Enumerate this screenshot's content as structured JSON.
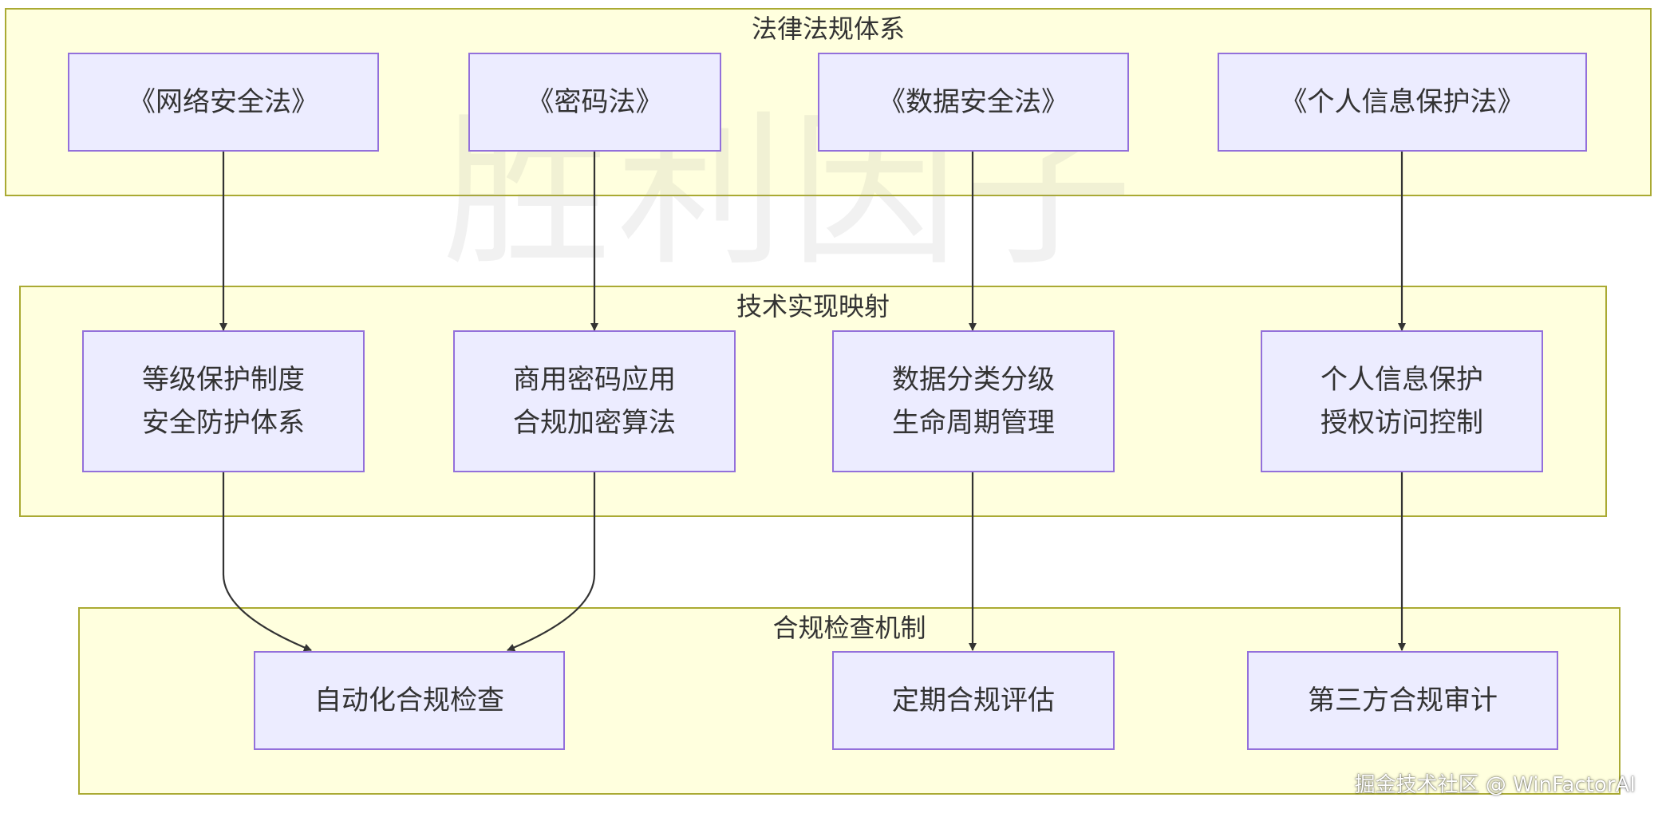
{
  "clusters": {
    "legal": {
      "title": "法律法规体系"
    },
    "tech": {
      "title": "技术实现映射"
    },
    "check": {
      "title": "合规检查机制"
    }
  },
  "nodes": {
    "law_cyber": {
      "lines": [
        "《网络安全法》"
      ]
    },
    "law_crypto": {
      "lines": [
        "《密码法》"
      ]
    },
    "law_data": {
      "lines": [
        "《数据安全法》"
      ]
    },
    "law_pi": {
      "lines": [
        "《个人信息保护法》"
      ]
    },
    "tech_mlps": {
      "lines": [
        "等级保护制度",
        "安全防护体系"
      ]
    },
    "tech_crypto": {
      "lines": [
        "商用密码应用",
        "合规加密算法"
      ]
    },
    "tech_data": {
      "lines": [
        "数据分类分级",
        "生命周期管理"
      ]
    },
    "tech_pi": {
      "lines": [
        "个人信息保护",
        "授权访问控制"
      ]
    },
    "check_auto": {
      "lines": [
        "自动化合规检查"
      ]
    },
    "check_periodic": {
      "lines": [
        "定期合规评估"
      ]
    },
    "check_audit": {
      "lines": [
        "第三方合规审计"
      ]
    }
  },
  "edges": [
    {
      "from": "law_cyber",
      "to": "tech_mlps"
    },
    {
      "from": "law_crypto",
      "to": "tech_crypto"
    },
    {
      "from": "law_data",
      "to": "tech_data"
    },
    {
      "from": "law_pi",
      "to": "tech_pi"
    },
    {
      "from": "tech_mlps",
      "to": "check_auto"
    },
    {
      "from": "tech_crypto",
      "to": "check_auto"
    },
    {
      "from": "tech_data",
      "to": "check_periodic"
    },
    {
      "from": "tech_pi",
      "to": "check_audit"
    }
  ],
  "watermark": "胜利因子",
  "credit": "掘金技术社区 @ WinFactorAI",
  "colors": {
    "cluster_fill": "#ffffde",
    "cluster_border": "#aaaa33",
    "node_fill": "#ececff",
    "node_border": "#9370db",
    "edge": "#333333"
  }
}
